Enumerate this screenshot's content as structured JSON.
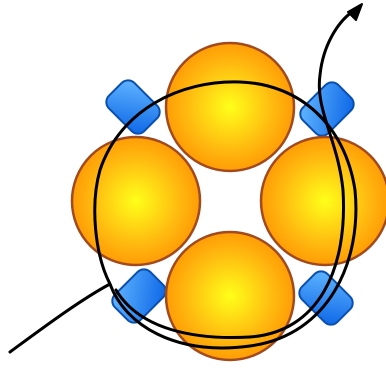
{
  "diagram": {
    "colors": {
      "background": "#ffffff",
      "sphere_center": "#ffff1a",
      "sphere_mid": "#ffbb10",
      "sphere_edge": "#ff8a00",
      "sphere_outline": "#a24a1e",
      "block_light": "#63b8ff",
      "block_dark": "#0a64e6",
      "block_outline": "#0b4fae",
      "line": "#000000"
    },
    "elements": {
      "spheres": [
        "sphere-top",
        "sphere-left",
        "sphere-right",
        "sphere-bottom"
      ],
      "connectors": [
        "connector-top-left",
        "connector-top-right",
        "connector-bottom-left",
        "connector-bottom-right"
      ]
    },
    "icons": {
      "arrowhead": "arrowhead-icon"
    }
  }
}
